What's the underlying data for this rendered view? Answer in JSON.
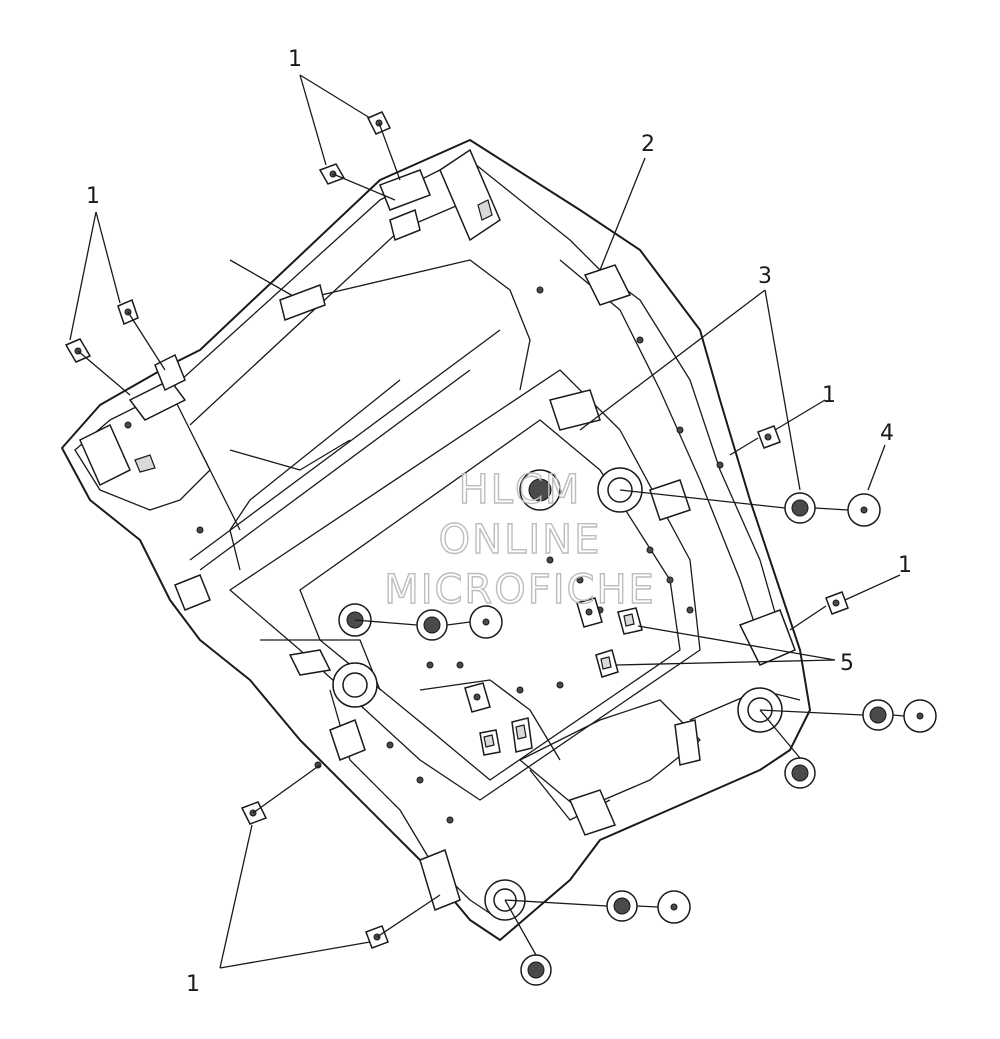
{
  "callouts": {
    "c1_top": "1",
    "c1_upper_left": "1",
    "c2": "2",
    "c3": "3",
    "c1_right_mid": "1",
    "c4": "4",
    "c1_right_low": "1",
    "c5": "5",
    "c1_bottom": "1"
  },
  "watermark": {
    "line1": "HLCM",
    "line2": "ONLINE",
    "line3": "MICROFICHE"
  }
}
